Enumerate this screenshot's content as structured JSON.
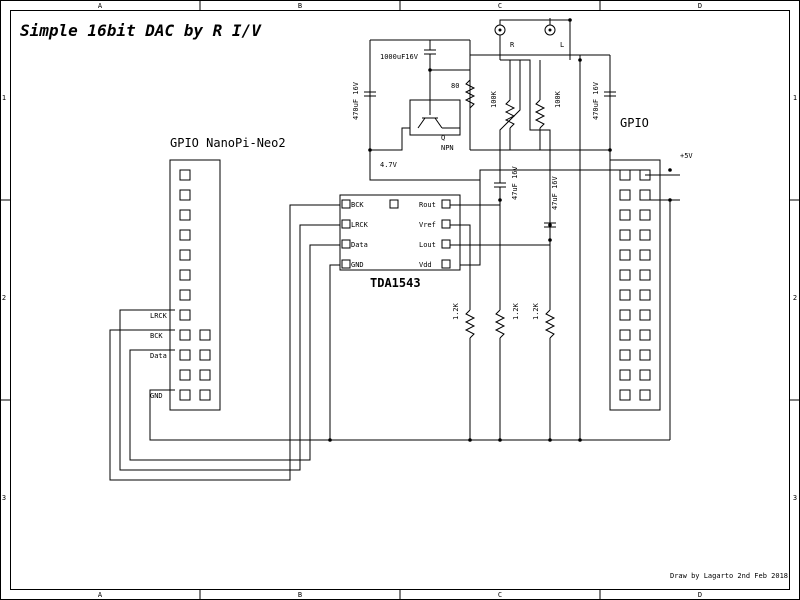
{
  "title": "Simple 16bit DAC by R I/V",
  "footer": "Draw by Lagarto 2nd Feb 2018",
  "border": {
    "cols": [
      "A",
      "B",
      "C",
      "D"
    ],
    "rows": [
      "1",
      "2",
      "3"
    ]
  },
  "left_header": {
    "title": "GPIO NanoPi-Neo2",
    "labels": [
      "LRCK",
      "BCK",
      "Data",
      "GND"
    ]
  },
  "right_header": {
    "title": "GPIO",
    "power": "+5V"
  },
  "chip": {
    "name": "TDA1543",
    "left_pins": [
      "BCK",
      "LRCK",
      "Data",
      "GND"
    ],
    "right_pins": [
      "Rout",
      "Vref",
      "Lout",
      "Vdd"
    ]
  },
  "components": {
    "cap_1000": "1000uF16V",
    "cap_470_left": "470uF 16V",
    "cap_470_right": "470uF 16V",
    "res_80": "80",
    "transistor_q": "Q",
    "transistor_type": "NPN",
    "res_47": "4.7V",
    "pot_r": "100K",
    "pot_l": "100K",
    "cap_47_r": "47uF 16V",
    "cap_47_l": "47uF 16V",
    "res_12k_1": "1.2K",
    "res_12k_2": "1.2K",
    "res_12k_3": "1.2K"
  },
  "outputs": {
    "right": "R",
    "left": "L"
  }
}
